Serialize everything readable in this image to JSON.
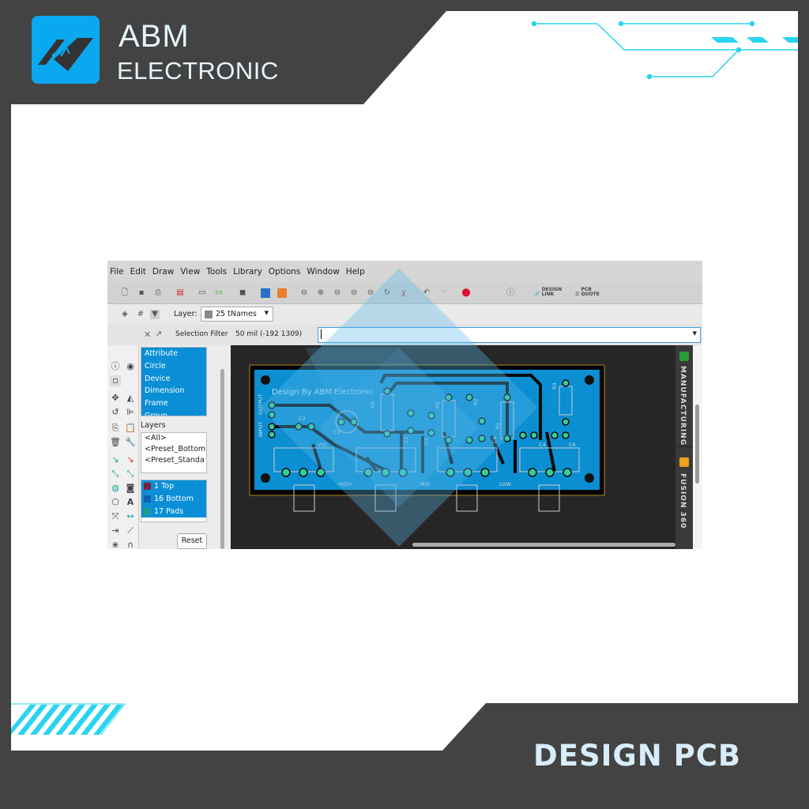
{
  "brand": {
    "name_line1": "ABM",
    "name_line2": "ELECTRONIC"
  },
  "caption": "DESIGN PCB",
  "colors": {
    "background": "#434343",
    "accent": "#0aa8ee",
    "circuit_lines": "#2ad4f0",
    "caption": "#d8ecf9"
  },
  "app": {
    "menu": [
      "File",
      "Edit",
      "Draw",
      "View",
      "Tools",
      "Library",
      "Options",
      "Window",
      "Help"
    ],
    "toolbar": {
      "design_link": "DESIGN LINK",
      "pcb_quote": "PCB QUOTE"
    },
    "layer_label": "Layer:",
    "layer_value": "25 tNames",
    "selection_filter": "Selection Filter",
    "grid_coord": "50 mil (-192 1309)",
    "command_value": "",
    "filter_items": [
      "Attribute",
      "Circle",
      "Device",
      "Dimension",
      "Frame",
      "Group"
    ],
    "layers_heading": "Layers",
    "layer_presets": [
      "<All>",
      "<Preset_Bottom",
      "<Preset_Standa"
    ],
    "layer_list": [
      {
        "label": "1 Top",
        "color": "#7a2040"
      },
      {
        "label": "16 Bottom",
        "color": "#1060b0"
      },
      {
        "label": "17 Pads",
        "color": "#1aa090"
      }
    ],
    "reset": "Reset",
    "side_tabs": [
      "MANUFACTURING",
      "FUSION 360"
    ],
    "pcb": {
      "title": "Design By ABM Electronic",
      "labels": [
        "OUTPUT",
        "INPUT",
        "C2",
        "C3",
        "VOL",
        "R4",
        "C1",
        "HIGH",
        "R5",
        "C7",
        "MID",
        "R2",
        "C5",
        "R1",
        "LOW",
        "C4",
        "C6",
        "R3"
      ]
    }
  }
}
